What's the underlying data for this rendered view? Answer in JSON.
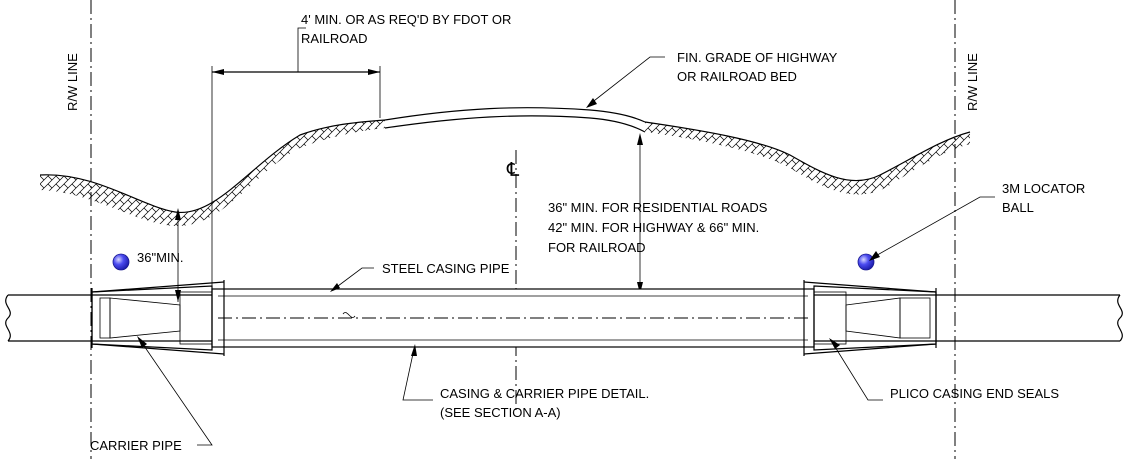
{
  "labels": {
    "rw_line_left": "R/W LINE",
    "rw_line_right": "R/W LINE",
    "min_offset_line1": "4' MIN. OR AS REQ'D BY FDOT OR",
    "min_offset_line2": "RAILROAD",
    "grade_line1": "FIN. GRADE OF HIGHWAY",
    "grade_line2": "OR RAILROAD BED",
    "centerline": "℄",
    "cover_line1": "36\" MIN. FOR RESIDENTIAL ROADS",
    "cover_line2": "42\" MIN. FOR HIGHWAY & 66\" MIN.",
    "cover_line3": "FOR RAILROAD",
    "locator_line1": "3M LOCATOR",
    "locator_line2": "BALL",
    "min_cover": "36\"MIN.",
    "steel_casing": "STEEL CASING PIPE",
    "detail_line1": "CASING & CARRIER PIPE DETAIL.",
    "detail_line2": "(SEE SECTION A-A)",
    "end_seals": "PLICO CASING END SEALS",
    "carrier_pipe": "CARRIER PIPE"
  },
  "colors": {
    "line": "#000000",
    "locator_ball": "#2a2ad8",
    "locator_ball_highlight": "#c8c8ff",
    "background": "#ffffff"
  }
}
